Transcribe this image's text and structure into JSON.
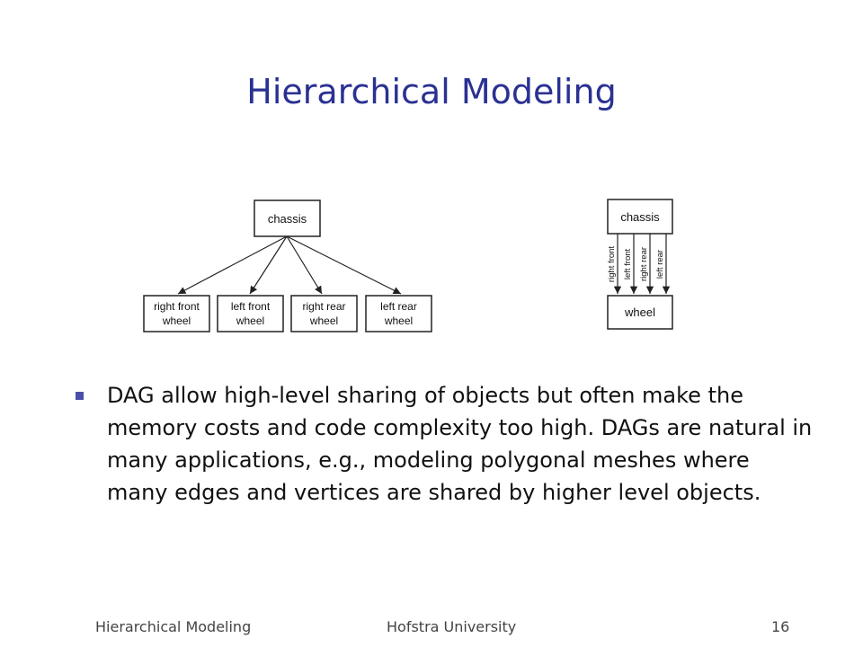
{
  "slide": {
    "title": "Hierarchical Modeling",
    "bullet": "DAG allow high-level sharing of objects but often make the memory costs and code complexity too high. DAGs are natural in many applications, e.g., modeling polygonal meshes where many edges and vertices are shared by higher level objects."
  },
  "tree_diagram": {
    "root": "chassis",
    "children": [
      {
        "line1": "right front",
        "line2": "wheel"
      },
      {
        "line1": "left front",
        "line2": "wheel"
      },
      {
        "line1": "right rear",
        "line2": "wheel"
      },
      {
        "line1": "left rear",
        "line2": "wheel"
      }
    ]
  },
  "dag_diagram": {
    "root": "chassis",
    "child": "wheel",
    "edge_labels": [
      "right front",
      "left front",
      "right rear",
      "left rear"
    ]
  },
  "footer": {
    "left": "Hierarchical Modeling",
    "center": "Hofstra University",
    "page": "16"
  },
  "colors": {
    "title": "#2a3192",
    "bullet": "#4a4fa8"
  }
}
